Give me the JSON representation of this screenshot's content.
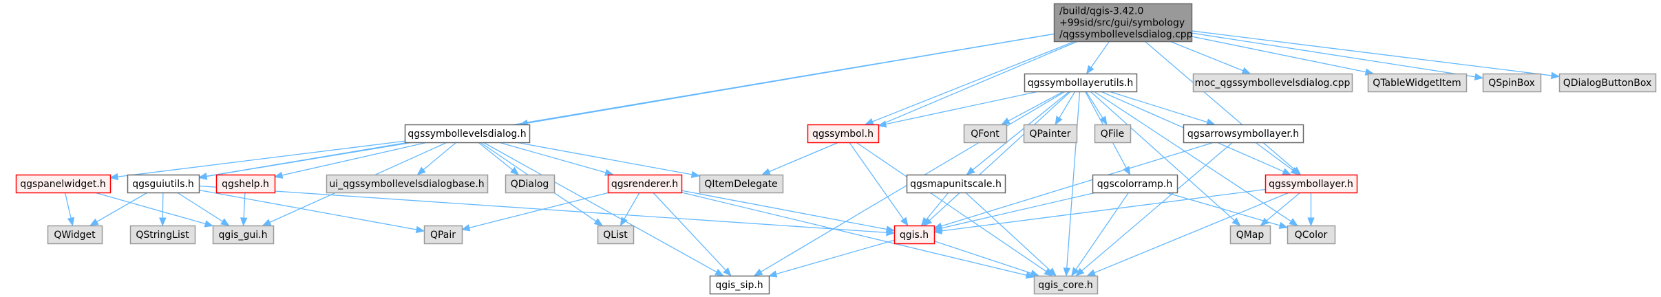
{
  "diagram": {
    "title": "Include dependency graph",
    "colors": {
      "edge": "#63b8ff",
      "root_fill": "#999999",
      "root_stroke": "#666666",
      "normal_fill": "#ffffff",
      "normal_stroke": "#666666",
      "external_fill": "#e0e0e0",
      "external_stroke": "#999999",
      "truncated_fill": "#fff0f0",
      "truncated_stroke": "#ff0000"
    },
    "nodes": [
      {
        "id": "root",
        "lines": [
          "/build/qgis-3.42.0",
          "+99sid/src/gui/symbology",
          "/qgssymbollevelsdialog.cpp"
        ],
        "kind": "root"
      },
      {
        "id": "qgssymbollayerutils",
        "lines": [
          "qgssymbollayerutils.h"
        ],
        "kind": "normal"
      },
      {
        "id": "moc",
        "lines": [
          "moc_qgssymbollevelsdialog.cpp"
        ],
        "kind": "external"
      },
      {
        "id": "QTableWidgetItem",
        "lines": [
          "QTableWidgetItem"
        ],
        "kind": "external"
      },
      {
        "id": "QSpinBox",
        "lines": [
          "QSpinBox"
        ],
        "kind": "external"
      },
      {
        "id": "QDialogButtonBox",
        "lines": [
          "QDialogButtonBox"
        ],
        "kind": "external"
      },
      {
        "id": "qgssymbollevelsdialog",
        "lines": [
          "qgssymbollevelsdialog.h"
        ],
        "kind": "normal"
      },
      {
        "id": "qgssymbol",
        "lines": [
          "qgssymbol.h"
        ],
        "kind": "truncated"
      },
      {
        "id": "QFont",
        "lines": [
          "QFont"
        ],
        "kind": "external"
      },
      {
        "id": "QPainter",
        "lines": [
          "QPainter"
        ],
        "kind": "external"
      },
      {
        "id": "QFile",
        "lines": [
          "QFile"
        ],
        "kind": "external"
      },
      {
        "id": "qgsarrowsymbollayer",
        "lines": [
          "qgsarrowsymbollayer.h"
        ],
        "kind": "normal"
      },
      {
        "id": "qgspanelwidget",
        "lines": [
          "qgspanelwidget.h"
        ],
        "kind": "truncated"
      },
      {
        "id": "qgsguiutils",
        "lines": [
          "qgsguiutils.h"
        ],
        "kind": "normal"
      },
      {
        "id": "qgshelp",
        "lines": [
          "qgshelp.h"
        ],
        "kind": "truncated"
      },
      {
        "id": "ui",
        "lines": [
          "ui_qgssymbollevelsdialogbase.h"
        ],
        "kind": "external"
      },
      {
        "id": "QDialog",
        "lines": [
          "QDialog"
        ],
        "kind": "external"
      },
      {
        "id": "qgsrenderer",
        "lines": [
          "qgsrenderer.h"
        ],
        "kind": "truncated"
      },
      {
        "id": "QItemDelegate",
        "lines": [
          "QItemDelegate"
        ],
        "kind": "external"
      },
      {
        "id": "qgsmapunitscale",
        "lines": [
          "qgsmapunitscale.h"
        ],
        "kind": "normal"
      },
      {
        "id": "qgscolorramp",
        "lines": [
          "qgscolorramp.h"
        ],
        "kind": "normal"
      },
      {
        "id": "qgssymbollayer",
        "lines": [
          "qgssymbollayer.h"
        ],
        "kind": "truncated"
      },
      {
        "id": "QWidget",
        "lines": [
          "QWidget"
        ],
        "kind": "external"
      },
      {
        "id": "QStringList",
        "lines": [
          "QStringList"
        ],
        "kind": "external"
      },
      {
        "id": "qgis_gui",
        "lines": [
          "qgis_gui.h"
        ],
        "kind": "external"
      },
      {
        "id": "QPair",
        "lines": [
          "QPair"
        ],
        "kind": "external"
      },
      {
        "id": "QList",
        "lines": [
          "QList"
        ],
        "kind": "external"
      },
      {
        "id": "qgis",
        "lines": [
          "qgis.h"
        ],
        "kind": "truncated"
      },
      {
        "id": "QMap",
        "lines": [
          "QMap"
        ],
        "kind": "external"
      },
      {
        "id": "QColor",
        "lines": [
          "QColor"
        ],
        "kind": "external"
      },
      {
        "id": "qgis_sip",
        "lines": [
          "qgis_sip.h"
        ],
        "kind": "normal"
      },
      {
        "id": "qgis_core",
        "lines": [
          "qgis_core.h"
        ],
        "kind": "external"
      }
    ],
    "edges": [
      [
        "root",
        "qgssymbollayerutils"
      ],
      [
        "root",
        "moc"
      ],
      [
        "root",
        "QTableWidgetItem"
      ],
      [
        "root",
        "QSpinBox"
      ],
      [
        "root",
        "QDialogButtonBox"
      ],
      [
        "root",
        "qgssymbollevelsdialog"
      ],
      [
        "root",
        "qgssymbol"
      ],
      [
        "root",
        "qgsguiutils"
      ],
      [
        "root",
        "QItemDelegate"
      ],
      [
        "root",
        "qgssymbollayer"
      ],
      [
        "qgssymbollayerutils",
        "qgssymbol"
      ],
      [
        "qgssymbollayerutils",
        "QFont"
      ],
      [
        "qgssymbollayerutils",
        "QPainter"
      ],
      [
        "qgssymbollayerutils",
        "QFile"
      ],
      [
        "qgssymbollayerutils",
        "qgsarrowsymbollayer"
      ],
      [
        "qgssymbollayerutils",
        "qgsmapunitscale"
      ],
      [
        "qgssymbollayerutils",
        "qgscolorramp"
      ],
      [
        "qgssymbollayerutils",
        "qgis"
      ],
      [
        "qgssymbollayerutils",
        "qgis_sip"
      ],
      [
        "qgssymbollayerutils",
        "QMap"
      ],
      [
        "qgssymbollayerutils",
        "QColor"
      ],
      [
        "qgssymbollayerutils",
        "qgis_core"
      ],
      [
        "qgssymbollayerutils",
        "qgssymbollayer"
      ],
      [
        "qgssymbollevelsdialog",
        "qgspanelwidget"
      ],
      [
        "qgssymbollevelsdialog",
        "qgsguiutils"
      ],
      [
        "qgssymbollevelsdialog",
        "qgshelp"
      ],
      [
        "qgssymbollevelsdialog",
        "ui"
      ],
      [
        "qgssymbollevelsdialog",
        "QDialog"
      ],
      [
        "qgssymbollevelsdialog",
        "qgsrenderer"
      ],
      [
        "qgssymbollevelsdialog",
        "QItemDelegate"
      ],
      [
        "qgssymbollevelsdialog",
        "qgis_gui"
      ],
      [
        "qgssymbollevelsdialog",
        "QList"
      ],
      [
        "qgssymbollevelsdialog",
        "qgis_sip"
      ],
      [
        "qgssymbol",
        "qgis"
      ],
      [
        "qgssymbol",
        "qgis_core"
      ],
      [
        "qgsarrowsymbollayer",
        "qgssymbollayer"
      ],
      [
        "qgsarrowsymbollayer",
        "qgis"
      ],
      [
        "qgsarrowsymbollayer",
        "qgis_core"
      ],
      [
        "qgspanelwidget",
        "QWidget"
      ],
      [
        "qgspanelwidget",
        "qgis_gui"
      ],
      [
        "qgsguiutils",
        "QWidget"
      ],
      [
        "qgsguiutils",
        "QStringList"
      ],
      [
        "qgsguiutils",
        "qgis_gui"
      ],
      [
        "qgsguiutils",
        "QPair"
      ],
      [
        "qgsguiutils",
        "qgis"
      ],
      [
        "qgshelp",
        "qgis_gui"
      ],
      [
        "qgsrenderer",
        "QPair"
      ],
      [
        "qgsrenderer",
        "QList"
      ],
      [
        "qgsrenderer",
        "qgis"
      ],
      [
        "qgsrenderer",
        "qgis_sip"
      ],
      [
        "qgsrenderer",
        "qgis_core"
      ],
      [
        "qgsmapunitscale",
        "qgis"
      ],
      [
        "qgsmapunitscale",
        "qgis_core"
      ],
      [
        "qgscolorramp",
        "qgis"
      ],
      [
        "qgscolorramp",
        "qgis_core"
      ],
      [
        "qgscolorramp",
        "QColor"
      ],
      [
        "qgssymbollayer",
        "qgis"
      ],
      [
        "qgssymbollayer",
        "QMap"
      ],
      [
        "qgssymbollayer",
        "QColor"
      ],
      [
        "qgssymbollayer",
        "qgis_core"
      ],
      [
        "qgis",
        "qgis_sip"
      ],
      [
        "qgis",
        "qgis_core"
      ]
    ]
  }
}
